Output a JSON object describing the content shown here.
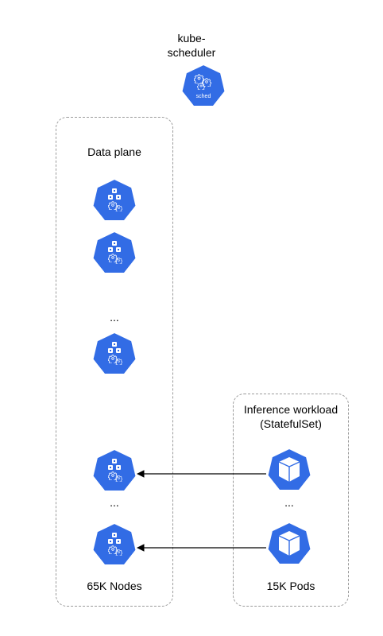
{
  "scheduler": {
    "title": "kube-scheduler",
    "icon": "kube-scheduler-icon",
    "badge": "sched"
  },
  "data_plane": {
    "title": "Data plane",
    "ellipsis_mid": "...",
    "ellipsis_low": "...",
    "caption": "65K Nodes",
    "node_icon": "kubernetes-node-icon"
  },
  "workload": {
    "title": "Inference workload",
    "subtitle": "(StatefulSet)",
    "ellipsis": "...",
    "caption": "15K Pods",
    "pod_icon": "kubernetes-pod-icon"
  },
  "colors": {
    "k8s_blue": "#326CE5",
    "border": "#9a9a9a",
    "arrow": "#000000"
  }
}
